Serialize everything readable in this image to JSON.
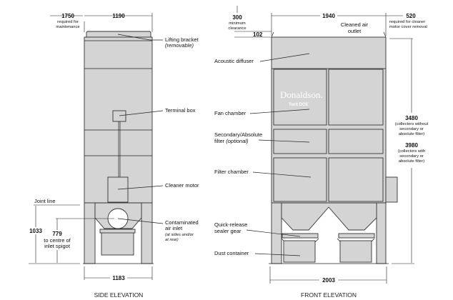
{
  "side_elevation": {
    "caption": "SIDE ELEVATION",
    "dims": {
      "top_clearance": "1750",
      "top_clearance_note_1": "required for",
      "top_clearance_note_2": "maintenance",
      "top_width": "1190",
      "height": "1033",
      "inlet_height": "779",
      "inlet_note_1": "to centre of",
      "inlet_note_2": "inlet spigot",
      "base_width": "1183"
    },
    "labels": {
      "lifting_bracket": "Lifting bracket",
      "lifting_bracket_note": "(removable)",
      "terminal_box": "Terminal box",
      "cleaner_motor": "Cleaner motor",
      "joint_line": "Joint line",
      "inlet_1": "Contaminated",
      "inlet_2": "air inlet",
      "inlet_note_1": "(at sides and/or",
      "inlet_note_2": "at rear)"
    }
  },
  "front_elevation": {
    "caption": "FRONT ELEVATION",
    "brand": "Donaldson.",
    "model": "Torit DCE",
    "dims": {
      "clearance": "300",
      "clearance_note_1": "minimum",
      "clearance_note_2": "clearance",
      "outlet_height": "102",
      "top_width": "1940",
      "side_clearance": "520",
      "side_note_1": "required for cleaner",
      "side_note_2": "motor cover removal",
      "height_a": "3480",
      "height_a_note_1": "(collectors without",
      "height_a_note_2": "secondary or",
      "height_a_note_3": "absolute filter)",
      "height_b": "3980",
      "height_b_note_1": "(collectors with",
      "height_b_note_2": "secondary or",
      "height_b_note_3": "absolute filter)",
      "base_width": "2003"
    },
    "labels": {
      "outlet_1": "Cleaned air",
      "outlet_2": "outlet",
      "acoustic_diffuser": "Acoustic diffuser",
      "fan_chamber": "Fan chamber",
      "secondary_1": "Secondary/Absolute",
      "secondary_2": "filter",
      "secondary_note": "(optional)",
      "filter_chamber": "Filter chamber",
      "sealer_1": "Quick-release",
      "sealer_2": "sealer gear",
      "dust_container": "Dust container"
    }
  }
}
